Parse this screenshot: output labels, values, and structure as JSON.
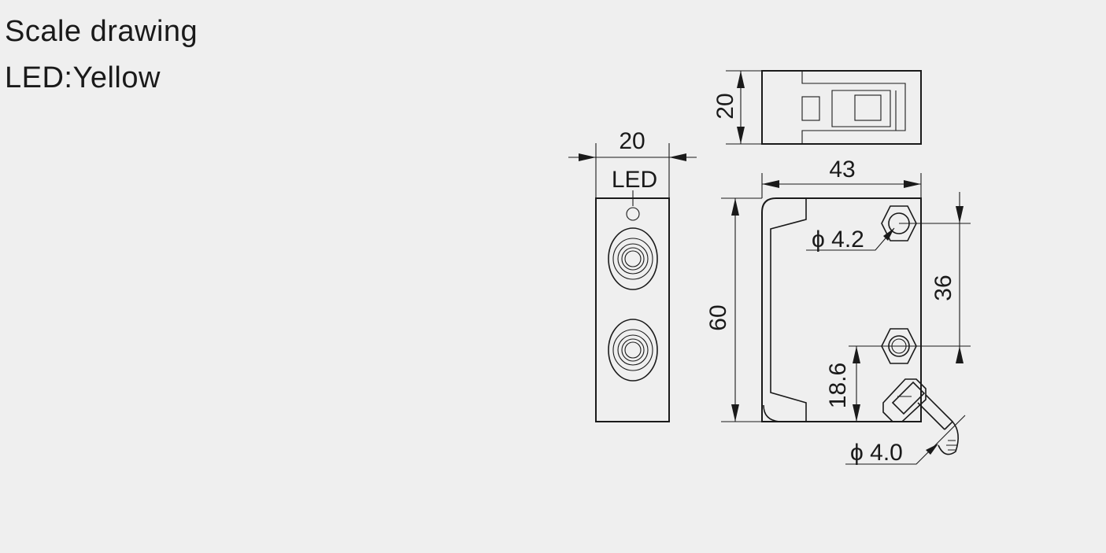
{
  "captions": {
    "line1": "Scale drawing",
    "line2": "LED:Yellow"
  },
  "dimensions": {
    "front_width": "20",
    "led_label": "LED",
    "top_depth": "20",
    "side_width": "43",
    "side_height": "60",
    "hole_spacing": "36",
    "hole_diameter": "ϕ 4.2",
    "cable_offset": "18.6",
    "cable_diameter": "ϕ 4.0"
  }
}
